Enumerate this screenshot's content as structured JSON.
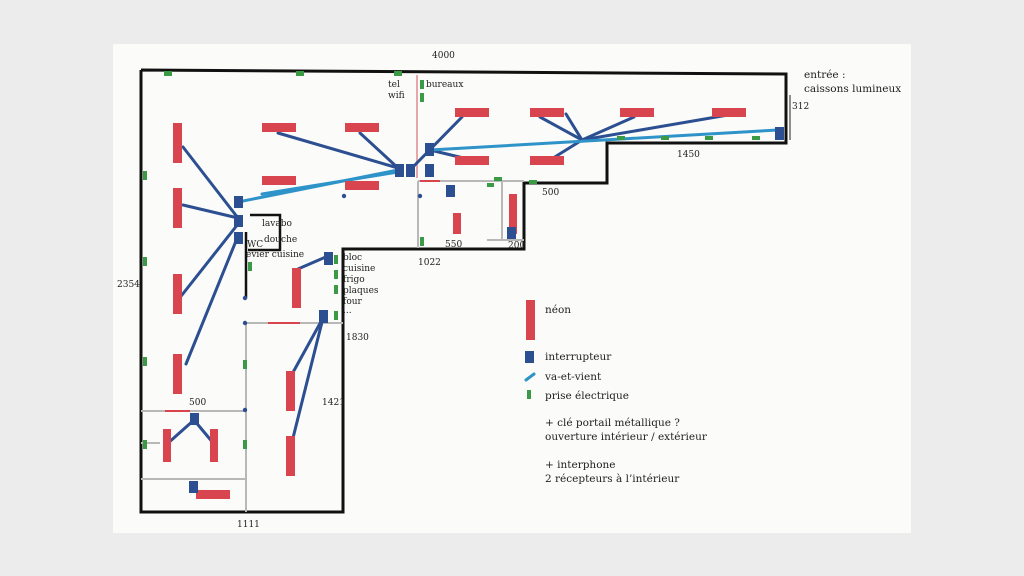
{
  "dimensions": {
    "top_width": "4000",
    "entrance_height": "312",
    "right_wing_width": "1450",
    "left_height": "2354",
    "bottom_width": "1111",
    "inner_right_height": "1830",
    "inner_height": "1421",
    "lower_room_width": "500",
    "step_width": "500",
    "office_width": "550",
    "office_small": "200",
    "middle_width": "1022"
  },
  "labels": {
    "tel": "tel",
    "wifi": "wifi",
    "bureaux": "bureaux",
    "entree": "entrée :",
    "caissons": "caissons lumineux",
    "lavabo": "lavabo",
    "douche": "douche",
    "wc": "WC",
    "evier": "évier cuisine",
    "bloc": "bloc",
    "cuisine": "cuisine",
    "frigo": "frigo",
    "plaques": "plaques",
    "four": "four",
    "dots": "..."
  },
  "legend": {
    "neon": "néon",
    "interrupteur": "interrupteur",
    "va_et_vient": "va-et-vient",
    "prise": "prise électrique",
    "note1_line1": "+ clé portail métallique ?",
    "note1_line2": "ouverture intérieur / extérieur",
    "note2_line1": "+ interphone",
    "note2_line2": "2 récepteurs à l’intérieur"
  },
  "colors": {
    "neon": "#d9454e",
    "interrupteur": "#2c4f92",
    "va_et_vient": "#2e93c9",
    "prise": "#3a9a46",
    "wall": "#111111",
    "partition": "#b8b8b8"
  }
}
